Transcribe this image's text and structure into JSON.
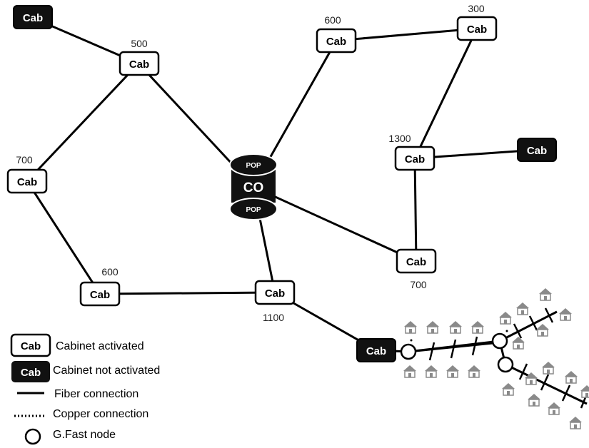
{
  "cabinet_label": "Cab",
  "co_label": "CO",
  "pop_label": "POP",
  "node_counts": {
    "c500": "500",
    "c600_top": "600",
    "c300": "300",
    "c1300": "1300",
    "c700_left": "700",
    "c600_left": "600",
    "c1100": "1100",
    "c700_right": "700"
  },
  "legend": {
    "cab_active": "Cabinet activated",
    "cab_inactive": "Cabinet not activated",
    "fiber": "Fiber connection",
    "copper": "Copper connection",
    "gfast": "G.Fast node"
  },
  "colors": {
    "line": "#000000",
    "active_fill": "#ffffff",
    "inactive_fill": "#111111",
    "house": "#8a8a8a"
  }
}
